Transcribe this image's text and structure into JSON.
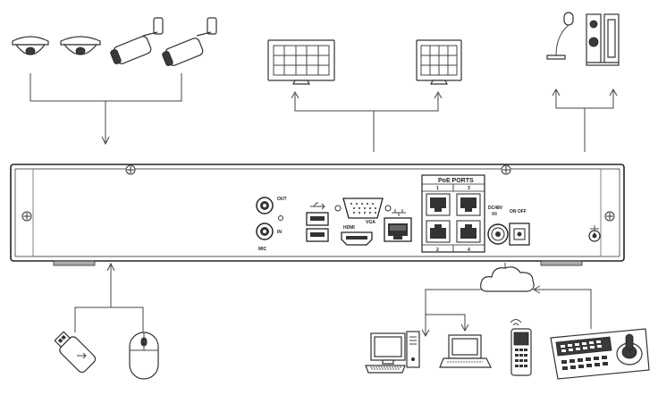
{
  "panel": {
    "labels": {
      "audio_out": "OUT",
      "audio_in": "IN",
      "mic": "MIC",
      "vga": "VGA",
      "hdmi": "HDMI",
      "poe_ports": "PoE PORTS",
      "poe_1": "1",
      "poe_3": "3",
      "poe_2": "2",
      "poe_4": "4",
      "dc_in": "DC48V",
      "power_on": "ON OFF"
    }
  },
  "colors": {
    "line": "#444444",
    "device_fill": "#ffffff",
    "dark": "#3a3a3a"
  }
}
